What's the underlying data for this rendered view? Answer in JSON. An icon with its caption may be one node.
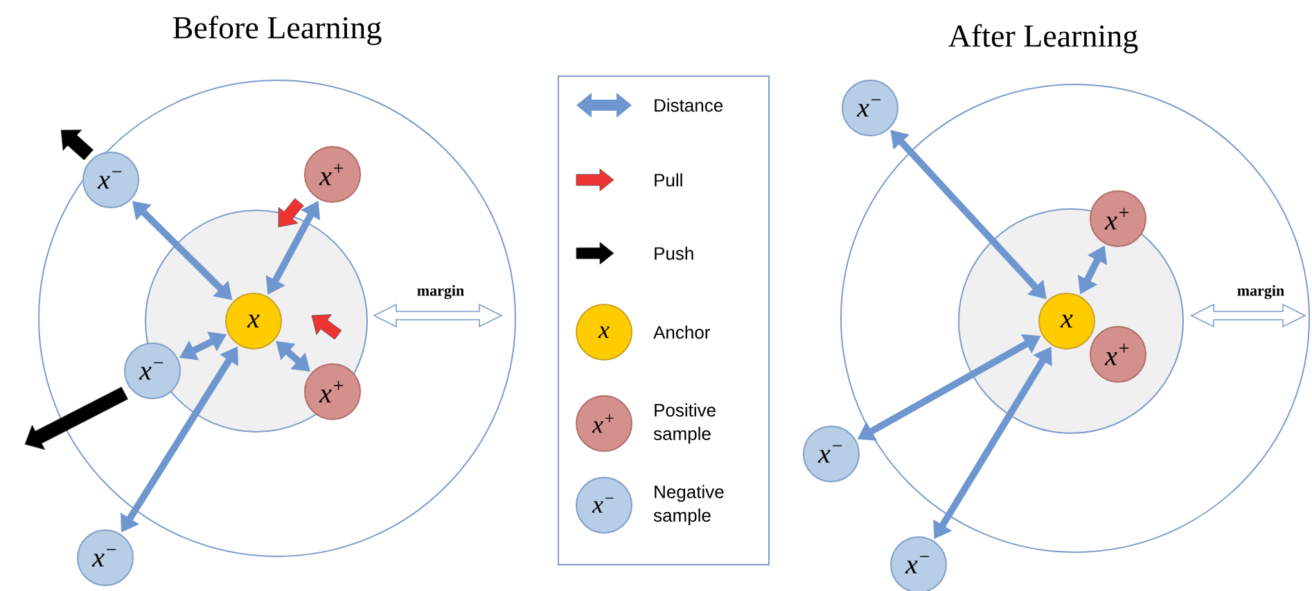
{
  "diagram": {
    "nodes": [
      {
        "text": [
          "x"
        ]
      },
      {
        "text": [
          "x$^{−}$"
        ]
      },
      {
        "text": [
          "x$^{+}$"
        ]
      },
      {
        "text": [
          "x$^{−}$"
        ]
      },
      {
        "text": [
          "x$^{+}$"
        ]
      },
      {
        "text": [
          "x$^{−}$"
        ]
      },
      {
        "text": [
          "x"
        ]
      },
      {
        "text": [
          "x$^{−}$"
        ]
      },
      {
        "text": [
          "x$^{+}$"
        ]
      },
      {
        "text": [
          "x$^{+}$"
        ]
      },
      {
        "text": [
          "x$^{−}$"
        ]
      },
      {
        "text": [
          "x$^{−}$"
        ]
      }
    ],
    "edges": [
      {
        "from": 1,
        "to": 0,
        "arrow": "both"
      },
      {
        "from": 2,
        "to": 0,
        "arrow": "both"
      },
      {
        "from": 3,
        "to": 0,
        "arrow": "both"
      },
      {
        "from": 4,
        "to": 0,
        "arrow": "both"
      },
      {
        "from": 5,
        "to": 0,
        "arrow": "both"
      },
      {
        "from": 7,
        "to": 6,
        "arrow": "both"
      },
      {
        "from": 8,
        "to": 6,
        "arrow": "both"
      },
      {
        "from": 10,
        "to": 6,
        "arrow": "both"
      },
      {
        "from": 11,
        "to": 6,
        "arrow": "both"
      }
    ],
    "labels": [
      "Before Learning",
      "margin",
      "x",
      "x$^{+}$",
      "x$^{−}$",
      "After Learning",
      "margin"
    ],
    "legend": [
      {
        "text": "Distance"
      },
      {
        "text": "Pull"
      },
      {
        "text": "Push"
      },
      {
        "text": "Anchor"
      },
      {
        "text": "Positive sample"
      },
      {
        "text": "Negative sample"
      }
    ]
  }
}
